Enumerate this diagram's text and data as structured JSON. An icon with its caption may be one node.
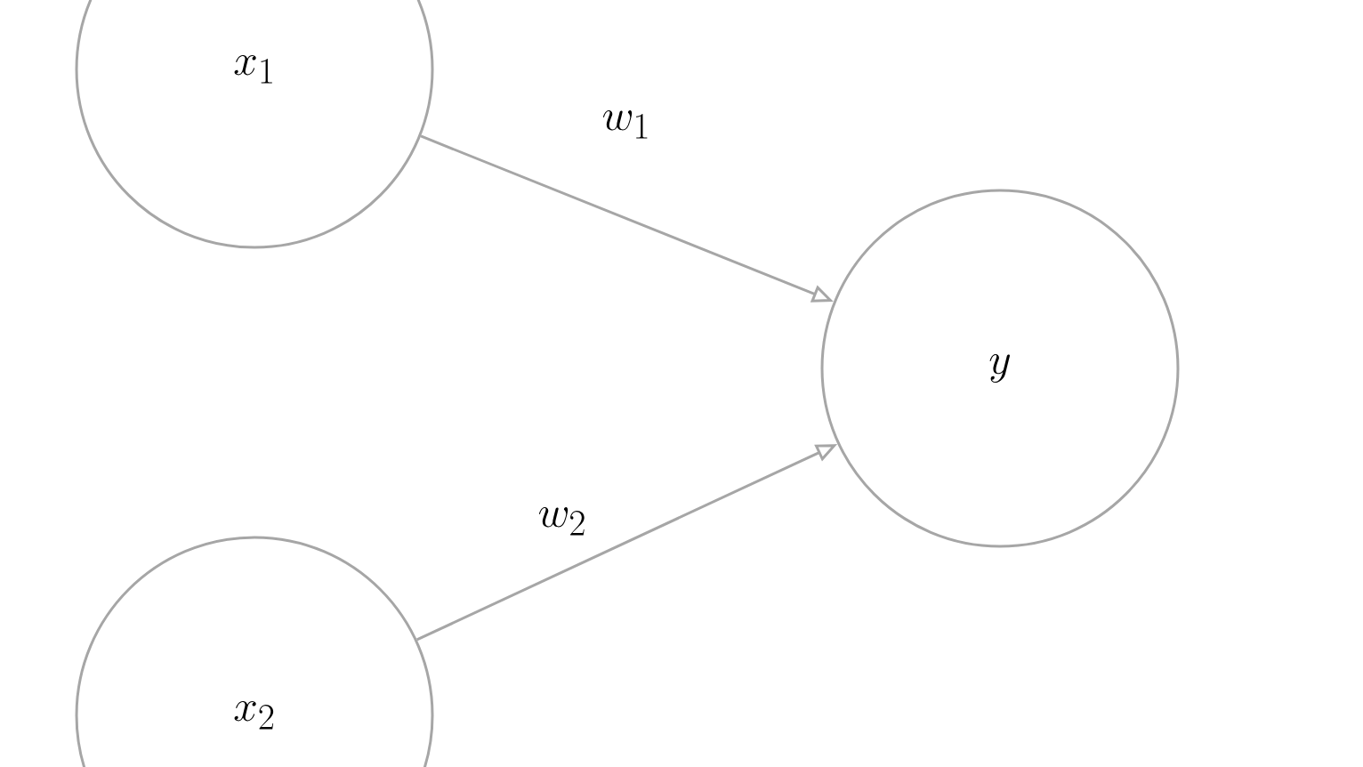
{
  "diagram": {
    "nodes": [
      {
        "text": [
          "x_1"
        ]
      },
      {
        "text": [
          "x_2"
        ]
      },
      {
        "text": [
          "y"
        ]
      }
    ],
    "edges": [
      {
        "from": 0,
        "to": 2,
        "arrow": "to",
        "label": "w_1"
      },
      {
        "from": 1,
        "to": 2,
        "arrow": "to",
        "label": "w_2"
      }
    ]
  }
}
